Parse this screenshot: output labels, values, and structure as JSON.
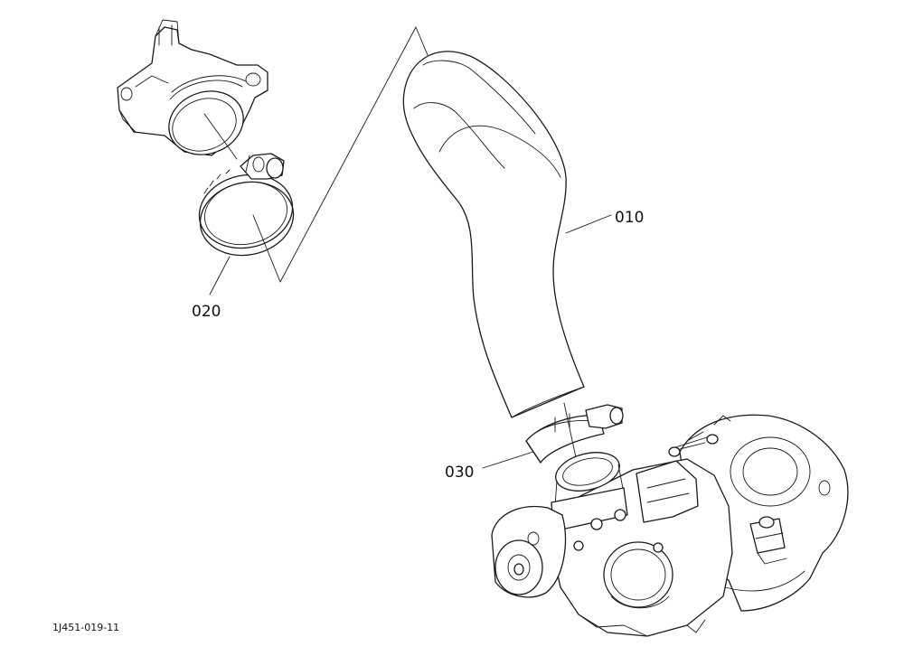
{
  "diagram": {
    "parts": [
      {
        "id": "part-010",
        "label": "010"
      },
      {
        "id": "part-020",
        "label": "020"
      },
      {
        "id": "part-030",
        "label": "030"
      }
    ],
    "drawing_code": "1J451-019-11"
  },
  "colors": {
    "line": "#1a1a1a",
    "background": "#ffffff"
  }
}
